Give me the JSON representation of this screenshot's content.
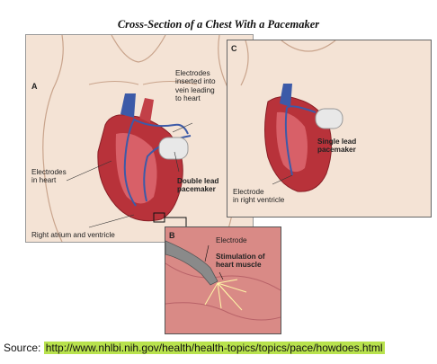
{
  "title": "Cross-Section of a Chest With a Pacemaker",
  "panels": {
    "a": {
      "letter": "A",
      "labels": {
        "electrodes_vein": "Electrodes\ninserted into\nvein leading\nto heart",
        "electrodes_heart": "Electrodes\nin heart",
        "double_lead": "Double lead\npacemaker",
        "right_atrium": "Right atrium and ventricle"
      }
    },
    "b": {
      "letter": "B",
      "labels": {
        "electrode": "Electrode",
        "stimulation": "Stimulation of\nheart muscle"
      }
    },
    "c": {
      "letter": "C",
      "labels": {
        "single_lead": "Single lead\npacemaker",
        "electrode_rv": "Electrode\nin right ventricle"
      }
    }
  },
  "source": {
    "prefix": "Source:",
    "url": "http://www.nhlbi.nih.gov/health/health-topics/topics/pace/howdoes.html"
  },
  "colors": {
    "skin": "#f4e3d5",
    "heart": "#b8323a",
    "lead": "#3c5aa8",
    "url_highlight": "#b8e24d"
  }
}
